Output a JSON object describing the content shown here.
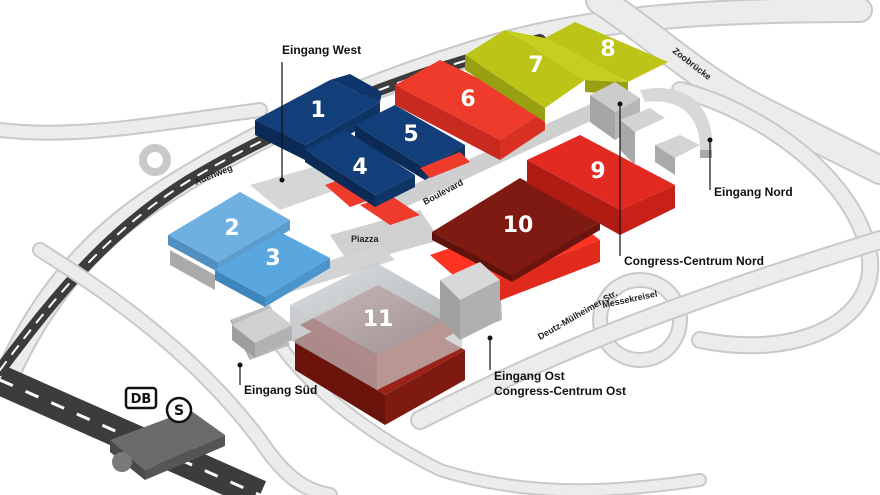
{
  "map": {
    "halls": [
      {
        "id": "1",
        "label": "1",
        "color": "#123f7a"
      },
      {
        "id": "2",
        "label": "2",
        "color": "#6fb0e2"
      },
      {
        "id": "3",
        "label": "3",
        "color": "#5aa6de"
      },
      {
        "id": "4",
        "label": "4",
        "color": "#123f7a"
      },
      {
        "id": "5",
        "label": "5",
        "color": "#123f7a"
      },
      {
        "id": "6",
        "label": "6",
        "color": "#ee3b2c"
      },
      {
        "id": "7",
        "label": "7",
        "color": "#bcc417"
      },
      {
        "id": "8",
        "label": "8",
        "color": "#bcc417"
      },
      {
        "id": "9",
        "label": "9",
        "color": "#e22a22"
      },
      {
        "id": "10",
        "label": "10",
        "color": "#8b1b12"
      },
      {
        "id": "11",
        "label": "11",
        "color": "#b8bcc0"
      }
    ],
    "entrances": {
      "west": "Eingang West",
      "nord": "Eingang Nord",
      "sued": "Eingang Süd",
      "ost": "Eingang Ost",
      "congress_nord": "Congress-Centrum Nord",
      "congress_ost": "Congress-Centrum Ost"
    },
    "places": {
      "piazza": "Piazza",
      "boulevard": "Boulevard"
    },
    "roads": {
      "auenweg": "Auenweg",
      "zoobruecke": "Zoobrücke",
      "deutz": "Deutz-Mülheimer-Str.",
      "messekreisel": "Messekreisel"
    },
    "transit": {
      "db": "DB",
      "sbahn": "S"
    },
    "colors": {
      "road": "#e6e6e6",
      "road_edge": "#c9c9c9",
      "rail": "#3c3c3c",
      "plaza": "#cfcfcf"
    }
  }
}
